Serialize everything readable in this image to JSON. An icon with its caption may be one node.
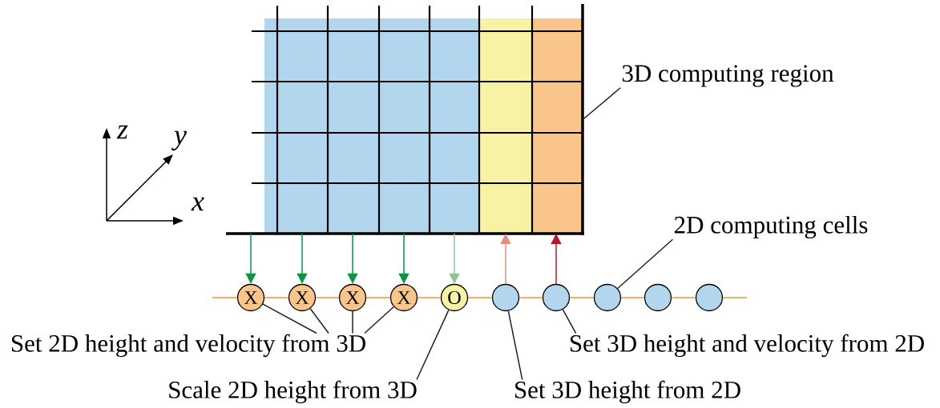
{
  "diagram": {
    "nodes": [
      {
        "text": [],
        "shape": "box"
      },
      {
        "text": [
          "3D computing region"
        ]
      },
      {
        "text": [
          "X"
        ]
      },
      {
        "text": [
          "X"
        ]
      },
      {
        "text": [
          "X"
        ]
      },
      {
        "text": [
          "X"
        ]
      },
      {
        "text": [
          "O"
        ]
      },
      {
        "text": [],
        "shape": "circle"
      },
      {
        "text": [],
        "shape": "circle"
      },
      {
        "text": [],
        "shape": "circle"
      },
      {
        "text": [],
        "shape": "circle"
      },
      {
        "text": [],
        "shape": "circle"
      },
      {
        "text": [
          "2D computing cells"
        ]
      },
      {
        "text": [
          "Set 2D height and velocity from 3D"
        ]
      },
      {
        "text": [
          "Scale 2D height from 3D"
        ]
      },
      {
        "text": [
          "Set 3D height from 2D"
        ]
      },
      {
        "text": [
          "Set 3D height and velocity from 2D"
        ]
      }
    ],
    "edges": [
      {
        "from": 0,
        "to": 2,
        "arrow": "to",
        "color": "#0a9444"
      },
      {
        "from": 0,
        "to": 3,
        "arrow": "to",
        "color": "#0a9444"
      },
      {
        "from": 0,
        "to": 4,
        "arrow": "to",
        "color": "#0a9444"
      },
      {
        "from": 0,
        "to": 5,
        "arrow": "to",
        "color": "#0a9444"
      },
      {
        "from": 0,
        "to": 6,
        "arrow": "to",
        "color": "#8fc494"
      },
      {
        "from": 7,
        "to": 0,
        "arrow": "to",
        "color": "#e0907c"
      },
      {
        "from": 8,
        "to": 0,
        "arrow": "to",
        "color": "#b5182b"
      },
      {
        "from": null,
        "to": 2,
        "arrow": "none",
        "color": "#f39330"
      },
      {
        "from": 2,
        "to": 3,
        "arrow": "none",
        "color": "#f39330"
      },
      {
        "from": 3,
        "to": 4,
        "arrow": "none",
        "color": "#f39330"
      },
      {
        "from": 4,
        "to": 5,
        "arrow": "none",
        "color": "#f39330"
      },
      {
        "from": 5,
        "to": 6,
        "arrow": "none",
        "color": "#f39330"
      },
      {
        "from": 6,
        "to": 7,
        "arrow": "none",
        "color": "#f39330"
      },
      {
        "from": 7,
        "to": 8,
        "arrow": "none",
        "color": "#f39330"
      },
      {
        "from": 8,
        "to": 9,
        "arrow": "none",
        "color": "#f39330"
      },
      {
        "from": 9,
        "to": 10,
        "arrow": "none",
        "color": "#f39330"
      },
      {
        "from": 10,
        "to": 11,
        "arrow": "none",
        "color": "#f39330"
      },
      {
        "from": 11,
        "to": null,
        "arrow": "none",
        "color": "#f39330"
      },
      {
        "from": 1,
        "to": 0,
        "arrow": "none",
        "color": "#231f20"
      },
      {
        "from": 12,
        "to": 9,
        "arrow": "none",
        "color": "#231f20"
      },
      {
        "from": 13,
        "to": 2,
        "arrow": "none",
        "color": "#231f20"
      },
      {
        "from": 13,
        "to": 3,
        "arrow": "none",
        "color": "#231f20"
      },
      {
        "from": 13,
        "to": 4,
        "arrow": "none",
        "color": "#231f20"
      },
      {
        "from": 13,
        "to": 5,
        "arrow": "none",
        "color": "#231f20"
      },
      {
        "from": 14,
        "to": 6,
        "arrow": "none",
        "color": "#231f20"
      },
      {
        "from": 15,
        "to": 7,
        "arrow": "none",
        "color": "#231f20"
      },
      {
        "from": 16,
        "to": 8,
        "arrow": "none",
        "color": "#231f20"
      }
    ],
    "labels": [
      "z",
      "y",
      "x"
    ]
  }
}
